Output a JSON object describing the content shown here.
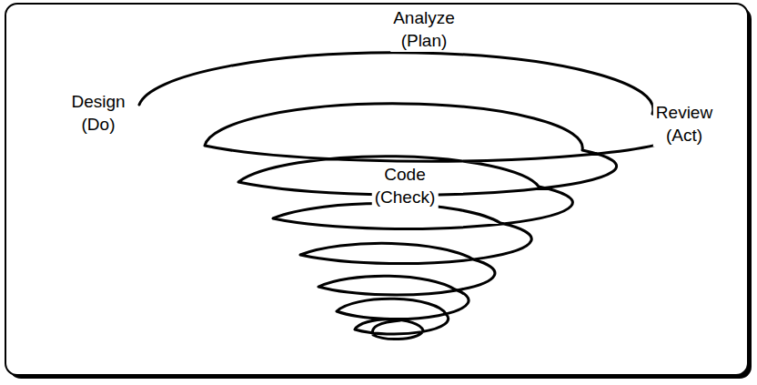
{
  "diagram": {
    "labels": [
      "Analyze (Plan)",
      "Design (Do)",
      "Review (Act)",
      "Code (Check)"
    ]
  }
}
